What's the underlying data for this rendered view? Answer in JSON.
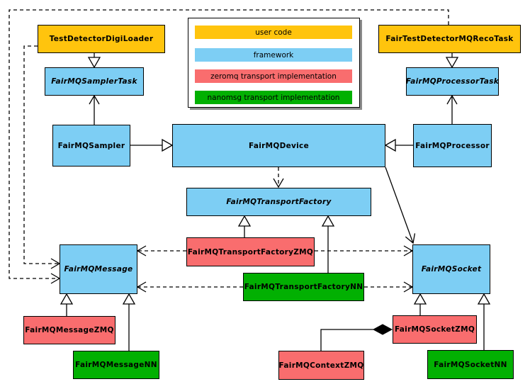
{
  "diagram": {
    "kind": "uml-class-diagram",
    "legend": {
      "items": [
        {
          "label": "user code",
          "color": "#FFC40D"
        },
        {
          "label": "framework",
          "color": "#7DCEF4"
        },
        {
          "label": "zeromq transport implementation",
          "color": "#F96D6E"
        },
        {
          "label": "nanomsg transport implementation",
          "color": "#02B002"
        }
      ]
    },
    "nodes": [
      {
        "id": "TestDetectorDigiLoader",
        "label": "TestDetectorDigiLoader",
        "category": "user code",
        "abstract": false
      },
      {
        "id": "FairTestDetectorMQRecoTask",
        "label": "FairTestDetectorMQRecoTask",
        "category": "user code",
        "abstract": false
      },
      {
        "id": "FairMQSamplerTask",
        "label": "FairMQSamplerTask",
        "category": "framework",
        "abstract": true
      },
      {
        "id": "FairMQProcessorTask",
        "label": "FairMQProcessorTask",
        "category": "framework",
        "abstract": true
      },
      {
        "id": "FairMQSampler",
        "label": "FairMQSampler",
        "category": "framework",
        "abstract": false
      },
      {
        "id": "FairMQDevice",
        "label": "FairMQDevice",
        "category": "framework",
        "abstract": false
      },
      {
        "id": "FairMQProcessor",
        "label": "FairMQProcessor",
        "category": "framework",
        "abstract": false
      },
      {
        "id": "FairMQTransportFactory",
        "label": "FairMQTransportFactory",
        "category": "framework",
        "abstract": true
      },
      {
        "id": "FairMQTransportFactoryZMQ",
        "label": "FairMQTransportFactoryZMQ",
        "category": "zeromq transport implementation",
        "abstract": false
      },
      {
        "id": "FairMQTransportFactoryNN",
        "label": "FairMQTransportFactoryNN",
        "category": "nanomsg transport implementation",
        "abstract": false
      },
      {
        "id": "FairMQMessage",
        "label": "FairMQMessage",
        "category": "framework",
        "abstract": true
      },
      {
        "id": "FairMQSocket",
        "label": "FairMQSocket",
        "category": "framework",
        "abstract": true
      },
      {
        "id": "FairMQMessageZMQ",
        "label": "FairMQMessageZMQ",
        "category": "zeromq transport implementation",
        "abstract": false
      },
      {
        "id": "FairMQMessageNN",
        "label": "FairMQMessageNN",
        "category": "nanomsg transport implementation",
        "abstract": false
      },
      {
        "id": "FairMQSocketZMQ",
        "label": "FairMQSocketZMQ",
        "category": "zeromq transport implementation",
        "abstract": false
      },
      {
        "id": "FairMQSocketNN",
        "label": "FairMQSocketNN",
        "category": "nanomsg transport implementation",
        "abstract": false
      },
      {
        "id": "FairMQContextZMQ",
        "label": "FairMQContextZMQ",
        "category": "zeromq transport implementation",
        "abstract": false
      }
    ],
    "relations": [
      {
        "from": "TestDetectorDigiLoader",
        "to": "FairMQSamplerTask",
        "type": "inheritance"
      },
      {
        "from": "FairTestDetectorMQRecoTask",
        "to": "FairMQProcessorTask",
        "type": "inheritance"
      },
      {
        "from": "FairMQSampler",
        "to": "FairMQDevice",
        "type": "inheritance"
      },
      {
        "from": "FairMQProcessor",
        "to": "FairMQDevice",
        "type": "inheritance"
      },
      {
        "from": "FairMQTransportFactoryZMQ",
        "to": "FairMQTransportFactory",
        "type": "inheritance"
      },
      {
        "from": "FairMQTransportFactoryNN",
        "to": "FairMQTransportFactory",
        "type": "inheritance"
      },
      {
        "from": "FairMQMessageZMQ",
        "to": "FairMQMessage",
        "type": "inheritance"
      },
      {
        "from": "FairMQMessageNN",
        "to": "FairMQMessage",
        "type": "inheritance"
      },
      {
        "from": "FairMQSocketZMQ",
        "to": "FairMQSocket",
        "type": "inheritance"
      },
      {
        "from": "FairMQSocketNN",
        "to": "FairMQSocket",
        "type": "inheritance"
      },
      {
        "from": "FairMQSampler",
        "to": "FairMQSamplerTask",
        "type": "association"
      },
      {
        "from": "FairMQProcessor",
        "to": "FairMQProcessorTask",
        "type": "association"
      },
      {
        "from": "FairMQDevice",
        "to": "FairMQSocket",
        "type": "association"
      },
      {
        "from": "FairMQContextZMQ",
        "to": "FairMQSocketZMQ",
        "type": "composition"
      },
      {
        "from": "FairMQDevice",
        "to": "FairMQTransportFactory",
        "type": "dependency"
      },
      {
        "from": "TestDetectorDigiLoader",
        "to": "FairMQMessage",
        "type": "dependency"
      },
      {
        "from": "FairTestDetectorMQRecoTask",
        "to": "FairMQMessage",
        "type": "dependency"
      },
      {
        "from": "FairMQTransportFactoryZMQ",
        "to": "FairMQMessage",
        "type": "dependency"
      },
      {
        "from": "FairMQTransportFactoryZMQ",
        "to": "FairMQSocket",
        "type": "dependency"
      },
      {
        "from": "FairMQTransportFactoryNN",
        "to": "FairMQMessage",
        "type": "dependency"
      },
      {
        "from": "FairMQTransportFactoryNN",
        "to": "FairMQSocket",
        "type": "dependency"
      }
    ]
  }
}
